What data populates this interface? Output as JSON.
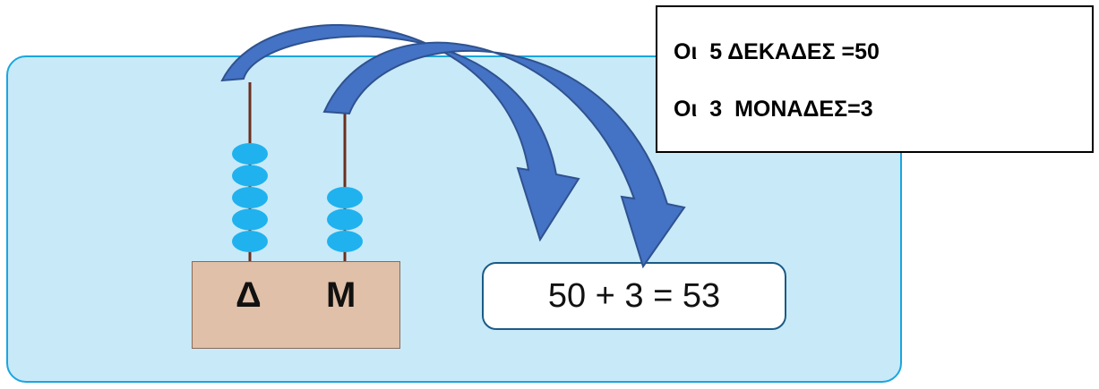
{
  "abacus": {
    "rods": [
      {
        "label": "Δ",
        "beads": 5
      },
      {
        "label": "Μ",
        "beads": 3
      }
    ]
  },
  "equation": "50 + 3 = 53",
  "note": {
    "line1": "Οι  5 ΔΕΚΑΔΕΣ =50",
    "line2": "Οι  3  ΜΟΝΑΔΕΣ=3"
  },
  "colors": {
    "panel_fill": "#c8e9f8",
    "panel_border": "#1aa6df",
    "bead": "#1fb2ee",
    "base": "#e0c0a8",
    "arrow": "#4472c4",
    "arrow_outline": "#2f528f"
  }
}
